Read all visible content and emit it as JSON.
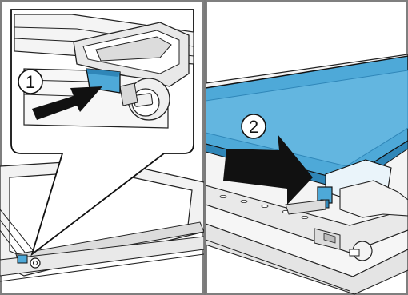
{
  "steps": [
    {
      "number": "1",
      "action": "press-in",
      "part": "hinge-clip"
    },
    {
      "number": "2",
      "action": "pull-out",
      "part": "glass-pane"
    }
  ],
  "colors": {
    "frame": "#7f7f7f",
    "glass": "#4ea9d8",
    "glass_dark": "#2f86b8",
    "arrow": "#111111",
    "line": "#222222",
    "metal": "#e6e6e6",
    "metal_shade": "#cfcfcf"
  }
}
